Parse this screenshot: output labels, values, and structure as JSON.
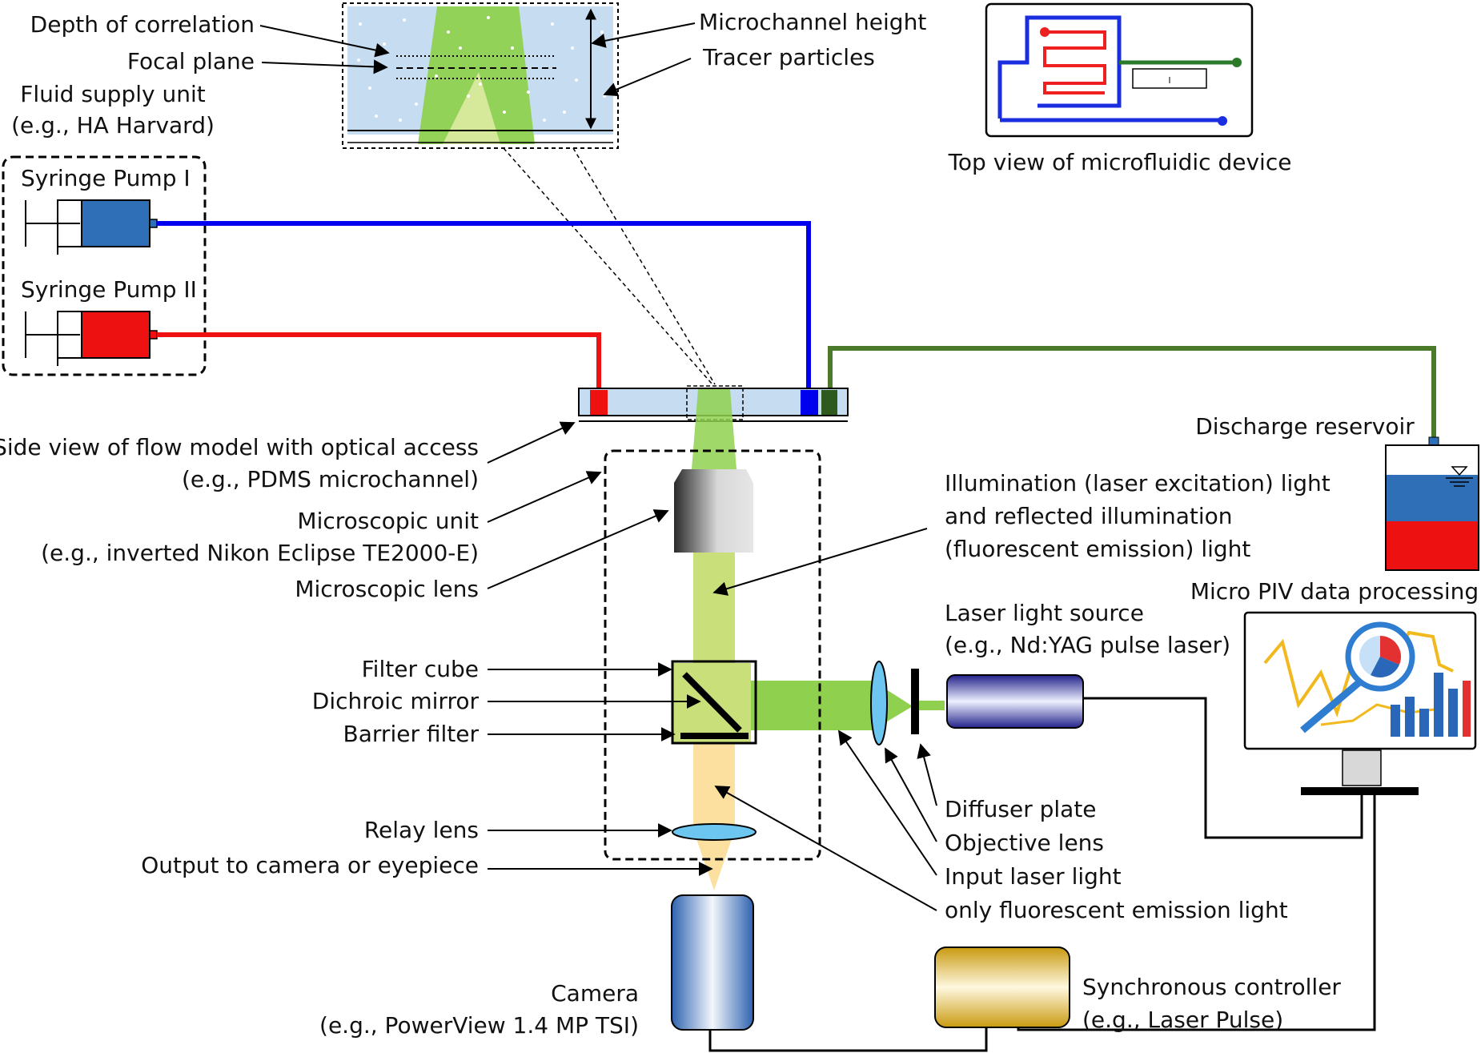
{
  "labels": {
    "depth_of_correlation": "Depth of correlation",
    "focal_plane": "Focal plane",
    "fluid_supply_1": "Fluid supply unit",
    "fluid_supply_2": "(e.g., HA Harvard)",
    "syringe_pump_1": "Syringe Pump I",
    "syringe_pump_2": "Syringe Pump II",
    "microchannel_height": "Microchannel height",
    "tracer_particles": "Tracer particles",
    "top_view": "Top view of microfluidic device",
    "discharge_reservoir": "Discharge reservoir",
    "side_view_1": "Side view of flow model with optical access",
    "side_view_2": "(e.g., PDMS microchannel)",
    "microscopic_unit_1": "Microscopic unit",
    "microscopic_unit_2": "(e.g., inverted Nikon Eclipse TE2000-E)",
    "microscopic_lens": "Microscopic lens",
    "illumination_1": "Illumination (laser excitation) light",
    "illumination_2": "and reflected illumination",
    "illumination_3": "(fluorescent emission) light",
    "micro_piv": "Micro PIV data processing",
    "laser_source_1": "Laser light source",
    "laser_source_2": "(e.g., Nd:YAG pulse laser)",
    "filter_cube": "Filter cube",
    "dichroic_mirror": "Dichroic mirror",
    "barrier_filter": "Barrier filter",
    "relay_lens": "Relay lens",
    "output_camera": "Output to camera or eyepiece",
    "diffuser_plate": "Diffuser plate",
    "objective_lens": "Objective lens",
    "input_laser": "Input laser light",
    "fluorescent_only": "only fluorescent emission light",
    "camera_1": "Camera",
    "camera_2": "(e.g., PowerView 1.4 MP TSI)",
    "sync_controller_1": "Synchronous controller",
    "sync_controller_2": "(e.g., Laser Pulse)"
  },
  "colors": {
    "supply_line_blue": "#0000ee",
    "supply_line_red": "#ee1111",
    "discharge_line_green": "#4a7a2a",
    "excitation_green": "#8fd14f",
    "emission_yellow": "#fbe0a0",
    "channel_fill": "#c6dcf0"
  }
}
